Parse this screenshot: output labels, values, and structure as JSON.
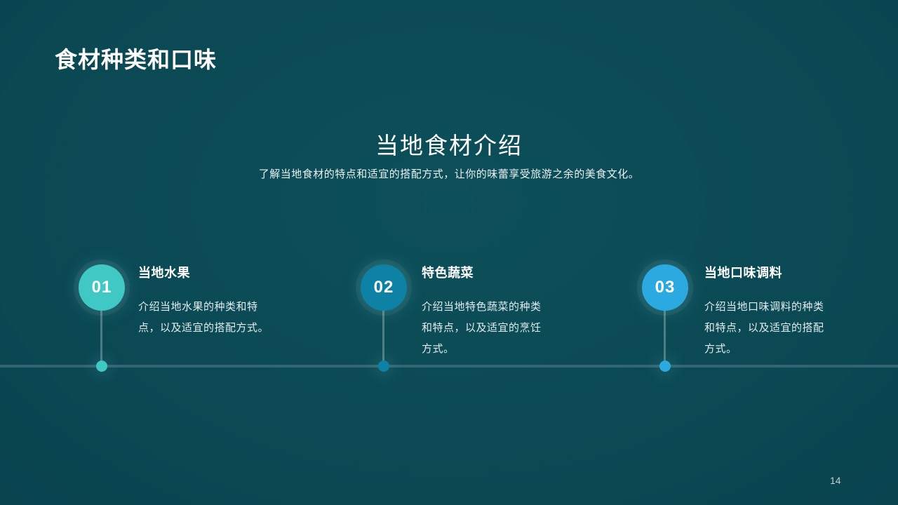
{
  "slide": {
    "title": "食材种类和口味",
    "section": {
      "heading": "当地食材介绍",
      "subtitle": "了解当地食材的特点和适宜的搭配方式，让你的味蕾享受旅游之余的美食文化。"
    },
    "timeline_items": [
      {
        "number": "01",
        "title": "当地水果",
        "description": "介绍当地水果的种类和特\n点，以及适宜的搭配方式。",
        "color": "#3FC8C4"
      },
      {
        "number": "02",
        "title": "特色蔬菜",
        "description": "介绍当地特色蔬菜的种类\n和特点，以及适宜的烹饪\n方式。",
        "color": "#0E82A4"
      },
      {
        "number": "03",
        "title": "当地口味调料",
        "description": "介绍当地口味调料的种类\n和特点，以及适宜的搭配\n方式。",
        "color": "#2BAAE1"
      }
    ],
    "page_number": "14",
    "colors": {
      "background": "#0B4A54",
      "item1_accent": "#3FC8C4",
      "item2_accent": "#0E82A4",
      "item3_accent": "#2BAAE1",
      "baseline": "#3A6B74"
    }
  }
}
